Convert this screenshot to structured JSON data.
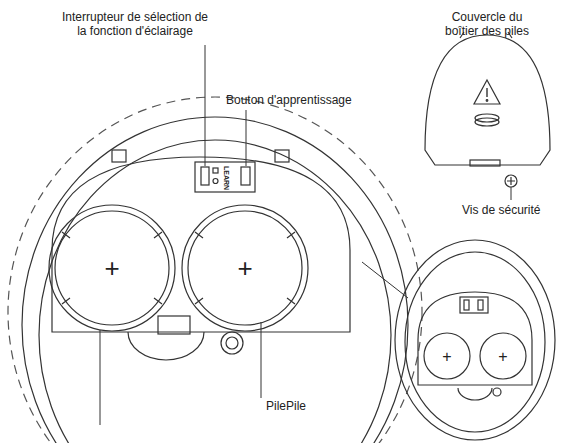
{
  "diagram": {
    "labels": [
      "Interrupteur de sélection de la fonction d'éclairage",
      "Bouton d'apprentissage",
      "Couvercle du boîtier des piles",
      "Vis de sécurité",
      "LEARN",
      "+",
      "+",
      "+",
      "+",
      "PilePile"
    ]
  }
}
